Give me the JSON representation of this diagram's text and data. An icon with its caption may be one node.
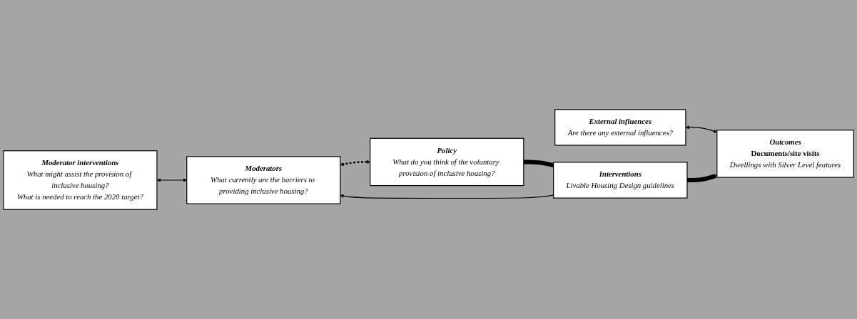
{
  "diagram": {
    "nodes": [
      {
        "text": [
          "Moderator interventions",
          "What might assist the provision of inclusive housing?",
          "What is needed to reach the 2020 target?"
        ]
      },
      {
        "text": [
          "Moderators",
          "What currently are the barriers to providing inclusive housing?"
        ]
      },
      {
        "text": [
          "External influences",
          "Are there any external influences?"
        ]
      },
      {
        "text": [
          "Policy",
          "What do you think of the voluntary provision of inclusive housing?"
        ]
      },
      {
        "text": [
          "Interventions",
          "Livable Housing Design guidelines"
        ]
      },
      {
        "text": [
          "Outcomes",
          "Documents/site visits",
          "Dwellings with Silver Level features"
        ]
      }
    ],
    "edges": [
      {
        "from": 0,
        "to": 1,
        "arrow": "both"
      },
      {
        "from": 1,
        "to": 3,
        "arrow": "both",
        "style": "dashed"
      },
      {
        "from": 4,
        "to": 1,
        "arrow": "to"
      },
      {
        "from": 2,
        "to": 5,
        "arrow": "both"
      },
      {
        "from": 3,
        "to": 4,
        "arrow": "none",
        "style": "thick"
      },
      {
        "from": 4,
        "to": 5,
        "arrow": "to",
        "style": "thick"
      }
    ]
  }
}
